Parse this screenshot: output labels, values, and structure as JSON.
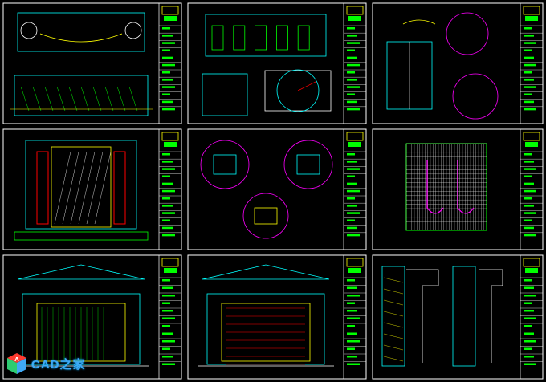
{
  "app": {
    "logo_text": "CAD之家"
  },
  "colors": {
    "background": "#000000",
    "sheet_border": "#ffffff",
    "title_block_green": "#00ff00",
    "line_cyan": "#00ffff",
    "line_yellow": "#ffff00",
    "line_magenta": "#ff00ff",
    "line_red": "#ff0000",
    "line_white": "#ffffff"
  },
  "sheets": [
    {
      "id": "sheet-1",
      "name": "sheet-top-left-elevation"
    },
    {
      "id": "sheet-2",
      "name": "sheet-top-center-plan-detail"
    },
    {
      "id": "sheet-3",
      "name": "sheet-top-right-section-details"
    },
    {
      "id": "sheet-4",
      "name": "sheet-middle-left-door-elevation"
    },
    {
      "id": "sheet-5",
      "name": "sheet-middle-center-circle-details"
    },
    {
      "id": "sheet-6",
      "name": "sheet-middle-right-grid-pattern"
    },
    {
      "id": "sheet-7",
      "name": "sheet-bottom-left-facade-elevation"
    },
    {
      "id": "sheet-8",
      "name": "sheet-bottom-center-facade-elevation"
    },
    {
      "id": "sheet-9",
      "name": "sheet-bottom-right-wall-section"
    }
  ]
}
